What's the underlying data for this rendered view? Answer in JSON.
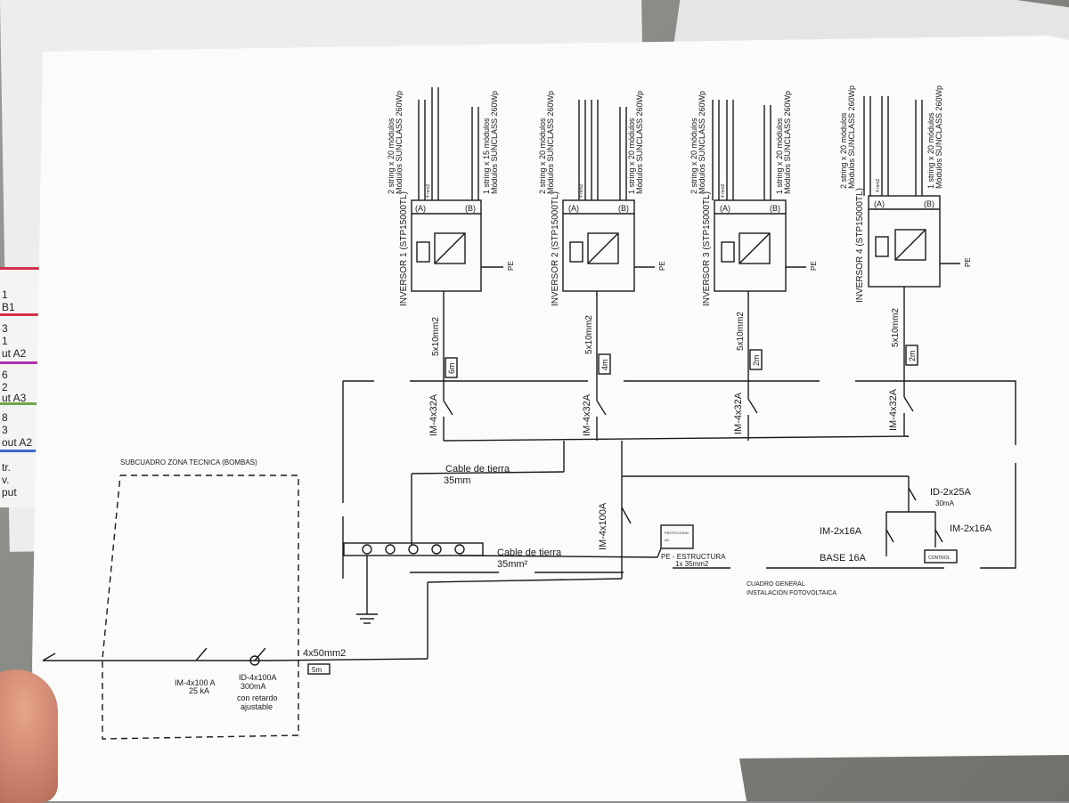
{
  "edge_table_rows": [
    "1",
    "B1",
    "3",
    "1",
    "ut A2",
    "6",
    "2",
    "ut A3",
    "8",
    "3",
    "out A2",
    "tr.",
    "v.",
    "put"
  ],
  "inverters": [
    {
      "name": "INVERSOR 1  (STP15000TL)",
      "strings_a": "2 string x 20 módulos",
      "strings_b": "1 string x 15 módulos",
      "modules": "Módulos SUNCLASS 260Wp",
      "port_a": "(A)",
      "port_b": "(B)",
      "pe": "PE",
      "cable": "5x10mm2",
      "length": "6m",
      "breaker": "IM-4x32A"
    },
    {
      "name": "INVERSOR 2  (STP15000TL)",
      "strings_a": "2 string x 20 módulos",
      "strings_b": "1 string x 20 módulos",
      "modules": "Módulos SUNCLASS 260Wp",
      "port_a": "(A)",
      "port_b": "(B)",
      "pe": "PE",
      "cable": "5x10mm2",
      "length": "4m",
      "breaker": "IM-4x32A"
    },
    {
      "name": "INVERSOR 3  (STP15000TL)",
      "strings_a": "2 string x 20 módulos",
      "strings_b": "1 string x 20 módulos",
      "modules": "Módulos SUNCLASS 260Wp",
      "port_a": "(A)",
      "port_b": "(B)",
      "pe": "PE",
      "cable": "5x10mm2",
      "length": "2m",
      "breaker": "IM-4x32A"
    },
    {
      "name": "INVERSOR 4  (STP15000TL)",
      "strings_a": "2 string x 20 módulos",
      "strings_b": "1 string x 20 módulos",
      "modules": "Módulos SUNCLASS 260Wp",
      "port_a": "(A)",
      "port_b": "(B)",
      "pe": "PE",
      "cable": "5x10mm2",
      "length": "2m",
      "breaker": "IM-4x32A"
    }
  ],
  "string_cable_label": "4 mm2",
  "cuadro_general": {
    "title_line1": "CUADRO GENERAL",
    "title_line2": "INSTALACIÓN FOTOVOLTAICA",
    "main_breaker": "IM-4x100A",
    "cable_tierra_upper": "Cable de tierra",
    "cable_tierra_upper_size": "35mm",
    "cable_tierra_lower": "Cable de tierra",
    "cable_tierra_lower_size": "35mm²",
    "pe_estructura": "PE - ESTRUCTURA",
    "pe_estructura_cable": "1x 35mm2",
    "protection_box": "PROTECCION",
    "protection_box_2": "AC",
    "id_breaker": "ID-2x25A",
    "id_breaker_sens": "30mA",
    "aux_breaker_left": "IM-2x16A",
    "aux_breaker_right": "IM-2x16A",
    "base_label": "BASE 16A",
    "control_label": "CONTROL"
  },
  "subcuadro": {
    "title": "SUBCUADRO ZONA TECNICA (BOMBAS)",
    "breaker1_line1": "IM-4x100 A",
    "breaker1_line2": "25 kA",
    "breaker2_line1": "ID-4x100A",
    "breaker2_line2": "300mA",
    "breaker2_line3": "con retardo",
    "breaker2_line4": "ajustable",
    "feed_cable": "4x50mm2",
    "feed_length": "5m"
  }
}
